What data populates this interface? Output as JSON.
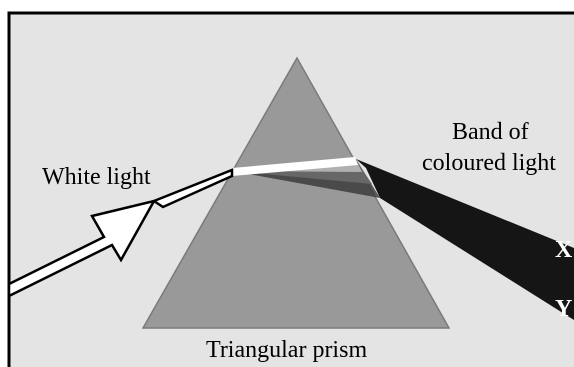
{
  "diagram": {
    "labels": {
      "white_light": "White light",
      "band_line1": "Band of",
      "band_line2": "coloured light",
      "prism": "Triangular prism",
      "ray_x": "X",
      "ray_y": "Y"
    },
    "colors": {
      "background": "#e4e4e4",
      "frame": "#000000",
      "prism": "#999999",
      "prism_edge": "#7a7a7a",
      "band": "#151515",
      "white_beam": "#ffffff"
    }
  }
}
